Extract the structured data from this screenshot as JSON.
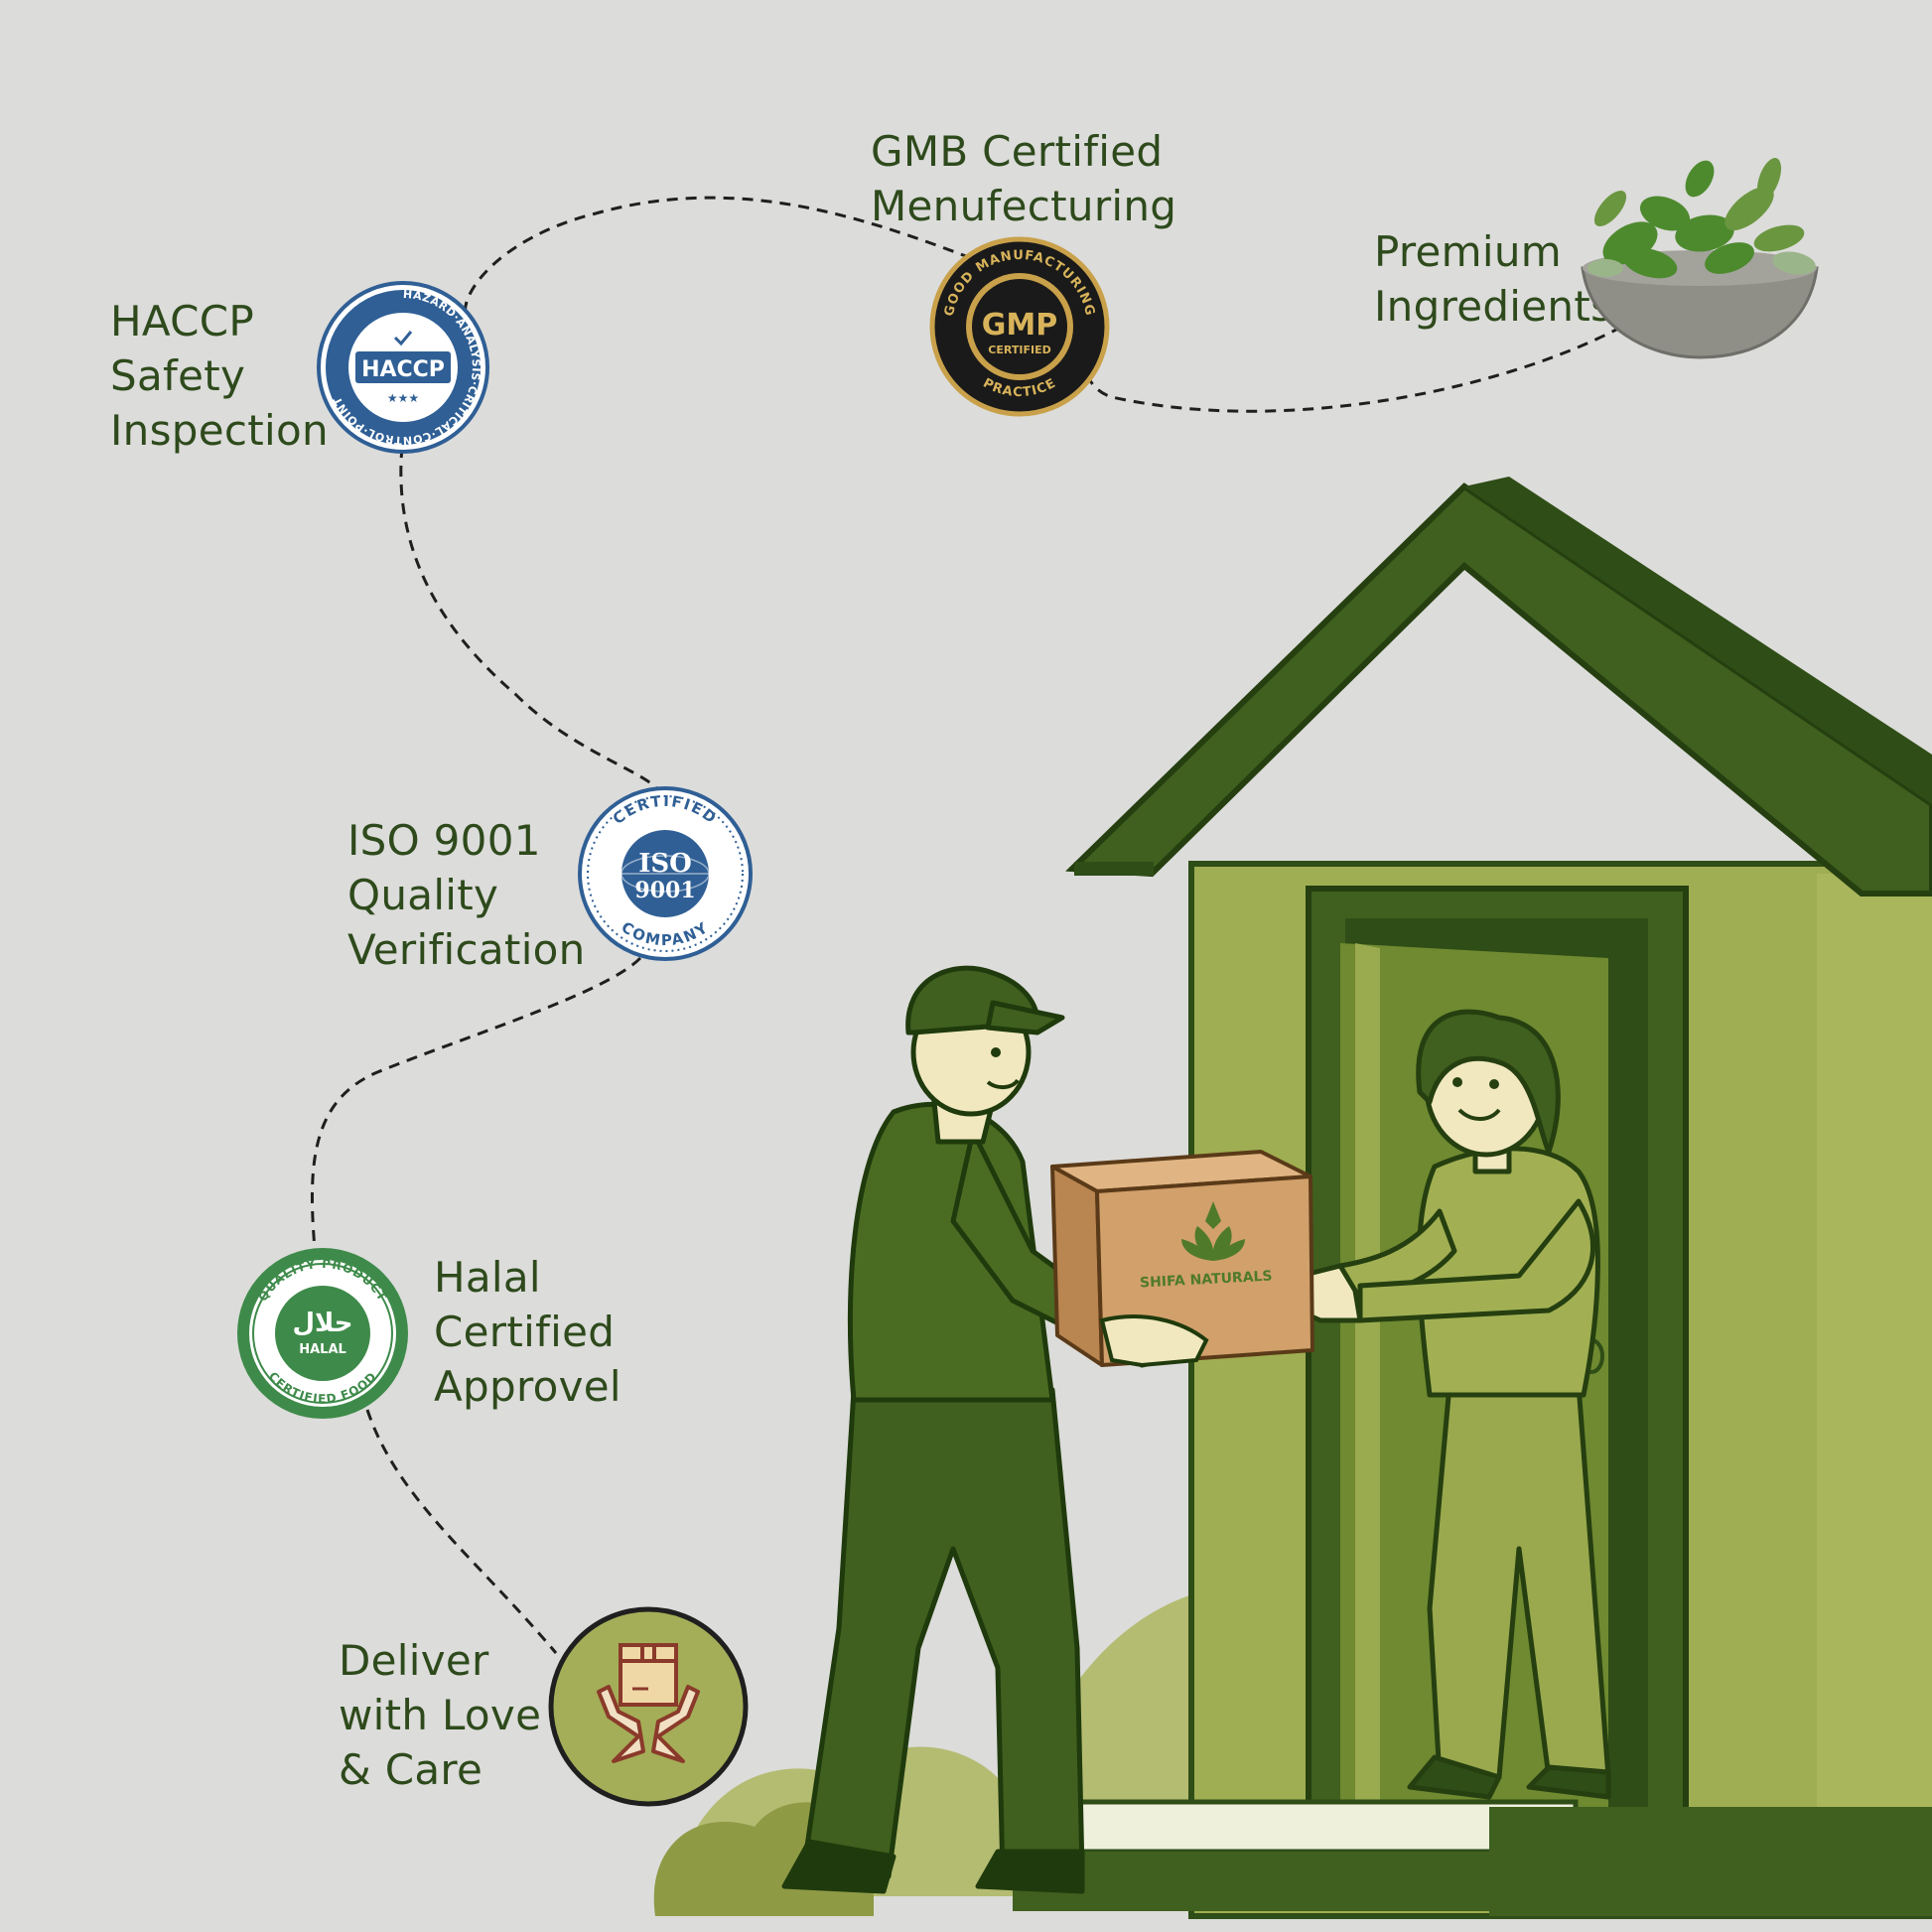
{
  "steps": {
    "gmp": {
      "lines": [
        "GMB Certified",
        "Menufecturing"
      ]
    },
    "premium": {
      "lines": [
        "Premium",
        "Ingredients"
      ]
    },
    "haccp": {
      "lines": [
        "HACCP",
        "Safety",
        "Inspection"
      ]
    },
    "iso": {
      "lines": [
        "ISO 9001",
        "Quality",
        "Verification"
      ]
    },
    "halal": {
      "lines": [
        "Halal",
        "Certified",
        "Approvel"
      ]
    },
    "deliver": {
      "lines": [
        "Deliver",
        "with Love",
        "& Care"
      ]
    }
  },
  "badges": {
    "haccp": {
      "center": "HACCP",
      "ring": "HAZARD·ANALYSIS·CRITICAL·CONTROL·POINT",
      "color": "#2f5f95"
    },
    "gmp": {
      "center": "GMP",
      "sub": "CERTIFIED",
      "ring_top": "GOOD MANUFACTURING",
      "ring_bottom": "PRACTICE",
      "color": "#c9a14a"
    },
    "iso": {
      "center": "ISO",
      "sub": "9001",
      "ring_top": "CERTIFIED",
      "ring_bottom": "COMPANY",
      "color": "#2f5f95"
    },
    "halal": {
      "center": "حلال",
      "sub": "HALAL",
      "ring_top": "QUALITY PRODUCT",
      "ring_bottom": "CERTIFIED FOOD",
      "color": "#3e8a4a"
    }
  },
  "box_brand": "SHIFA NATURALS",
  "icons": {
    "herbs": "herb-bowl-icon",
    "delivery": "box-in-hands-icon"
  },
  "colors": {
    "background": "#dcdcda",
    "text": "#2e4a1c",
    "house_dark": "#3d5e1d",
    "house_wall": "#9aaa4e",
    "olive": "#a4ae58",
    "box": "#d1a06b"
  }
}
